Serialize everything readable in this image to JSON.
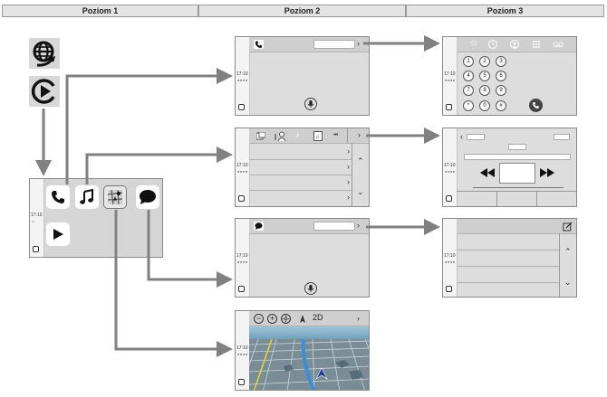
{
  "columns": [
    "Poziom 1",
    "Poziom 2",
    "Poziom 3"
  ],
  "status": {
    "time": "17:10",
    "dots": "●●●●"
  },
  "home_screen": {
    "dots": "••"
  },
  "keypad": {
    "keys": [
      "1",
      "2",
      "3",
      "4",
      "5",
      "6",
      "7",
      "8",
      "9",
      "*",
      "0",
      "#"
    ]
  },
  "navigation": {
    "view_mode": "2D"
  }
}
